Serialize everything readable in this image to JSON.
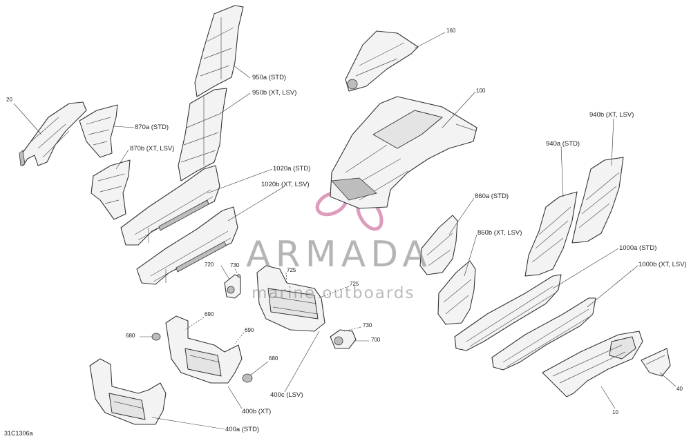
{
  "diagram": {
    "document_id": "31C1306a",
    "watermark": {
      "title": "ARMADA",
      "subtitle": "marine outboards",
      "logo_color": "#d98bb2"
    },
    "callouts": [
      {
        "id": "c20",
        "text": "20"
      },
      {
        "id": "c870a",
        "text": "870a (STD)"
      },
      {
        "id": "c870b",
        "text": "870b (XT, LSV)"
      },
      {
        "id": "c950a",
        "text": "950a (STD)"
      },
      {
        "id": "c950b",
        "text": "950b (XT, LSV)"
      },
      {
        "id": "c1020a",
        "text": "1020a (STD)"
      },
      {
        "id": "c1020b",
        "text": "1020b (XT, LSV)"
      },
      {
        "id": "c160",
        "text": "160"
      },
      {
        "id": "c100",
        "text": "100"
      },
      {
        "id": "c940b",
        "text": "940b (XT, LSV)"
      },
      {
        "id": "c940a",
        "text": "940a (STD)"
      },
      {
        "id": "c860a",
        "text": "860a (STD)"
      },
      {
        "id": "c860b",
        "text": "860b (XT, LSV)"
      },
      {
        "id": "c1000a",
        "text": "1000a (STD)"
      },
      {
        "id": "c1000b",
        "text": "1000b (XT, LSV)"
      },
      {
        "id": "c720",
        "text": "720"
      },
      {
        "id": "c730a",
        "text": "730"
      },
      {
        "id": "c725a",
        "text": "725"
      },
      {
        "id": "c725b",
        "text": "725"
      },
      {
        "id": "c730b",
        "text": "730"
      },
      {
        "id": "c700",
        "text": "700"
      },
      {
        "id": "c690a",
        "text": "690"
      },
      {
        "id": "c690b",
        "text": "690"
      },
      {
        "id": "c680a",
        "text": "680"
      },
      {
        "id": "c680b",
        "text": "680"
      },
      {
        "id": "c400c",
        "text": "400c (LSV)"
      },
      {
        "id": "c400b",
        "text": "400b (XT)"
      },
      {
        "id": "c400a",
        "text": "400a (STD)"
      },
      {
        "id": "c40",
        "text": "40"
      },
      {
        "id": "c10",
        "text": "10"
      }
    ]
  }
}
